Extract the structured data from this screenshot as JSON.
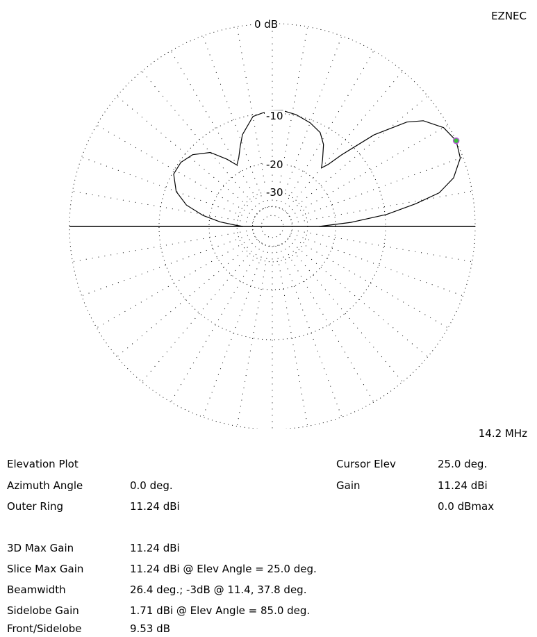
{
  "app": {
    "name": "EZNEC"
  },
  "plot": {
    "ring_labels": [
      "0 dB",
      "-10",
      "-20",
      "-30"
    ],
    "frequency": "14.2 MHz",
    "pattern": [
      {
        "angle": 0,
        "gain_db": -14.0
      },
      {
        "angle": 3,
        "gain_db": -5.0
      },
      {
        "angle": 6,
        "gain_db": 1.5
      },
      {
        "angle": 9,
        "gain_db": 5.5
      },
      {
        "angle": 11.4,
        "gain_db": 8.24
      },
      {
        "angle": 15,
        "gain_db": 9.9
      },
      {
        "angle": 20,
        "gain_db": 11.0
      },
      {
        "angle": 25,
        "gain_db": 11.24
      },
      {
        "angle": 30,
        "gain_db": 10.8
      },
      {
        "angle": 35,
        "gain_db": 9.6
      },
      {
        "angle": 37.8,
        "gain_db": 8.24
      },
      {
        "angle": 42,
        "gain_db": 4.5
      },
      {
        "angle": 46,
        "gain_db": -1.0
      },
      {
        "angle": 48,
        "gain_db": -4.0
      },
      {
        "angle": 50,
        "gain_db": -5.5
      },
      {
        "angle": 53,
        "gain_db": -4.0
      },
      {
        "angle": 58,
        "gain_db": -1.5
      },
      {
        "angle": 63,
        "gain_db": 0.0
      },
      {
        "angle": 70,
        "gain_db": 0.8
      },
      {
        "angle": 78,
        "gain_db": 1.4
      },
      {
        "angle": 85,
        "gain_db": 1.71
      },
      {
        "angle": 92,
        "gain_db": 1.6
      },
      {
        "angle": 100,
        "gain_db": 1.0
      },
      {
        "angle": 108,
        "gain_db": -1.5
      },
      {
        "angle": 112,
        "gain_db": -3.5
      },
      {
        "angle": 116,
        "gain_db": -5.5
      },
      {
        "angle": 120,
        "gain_db": -6.8
      },
      {
        "angle": 124,
        "gain_db": -4.5
      },
      {
        "angle": 130,
        "gain_db": -1.5
      },
      {
        "angle": 138,
        "gain_db": 0.3
      },
      {
        "angle": 145,
        "gain_db": 1.0
      },
      {
        "angle": 152,
        "gain_db": 1.0
      },
      {
        "angle": 160,
        "gain_db": -0.5
      },
      {
        "angle": 166,
        "gain_db": -3.0
      },
      {
        "angle": 171,
        "gain_db": -7.0
      },
      {
        "angle": 175,
        "gain_db": -12.0
      },
      {
        "angle": 178,
        "gain_db": -18.0
      },
      {
        "angle": 180,
        "gain_db": -22.0
      }
    ],
    "cursor_angle": 25.0,
    "cursor_gain_db": 11.24,
    "colors": {
      "pattern": "#000000",
      "grid": "#000000",
      "cursor": "#b455d6",
      "cursor_fill": "#39c03a"
    }
  },
  "info": {
    "plot_type": "Elevation Plot",
    "rows": [
      {
        "label": "Azimuth Angle",
        "value": "0.0 deg."
      },
      {
        "label": "Outer Ring",
        "value": "11.24 dBi"
      }
    ],
    "cursor": [
      {
        "label": "Cursor Elev",
        "value": "25.0 deg."
      },
      {
        "label": "Gain",
        "value": "11.24 dBi"
      },
      {
        "label": "",
        "value": "0.0 dBmax"
      }
    ],
    "stats": [
      {
        "label": "3D Max Gain",
        "value": "11.24 dBi"
      },
      {
        "label": "Slice Max Gain",
        "value": "11.24 dBi @ Elev Angle = 25.0 deg."
      },
      {
        "label": "Beamwidth",
        "value": "26.4 deg.; -3dB @ 11.4, 37.8 deg."
      },
      {
        "label": "Sidelobe Gain",
        "value": "1.71 dBi @ Elev Angle = 85.0 deg."
      },
      {
        "label": "Front/Sidelobe",
        "value": "9.53 dB"
      }
    ]
  }
}
